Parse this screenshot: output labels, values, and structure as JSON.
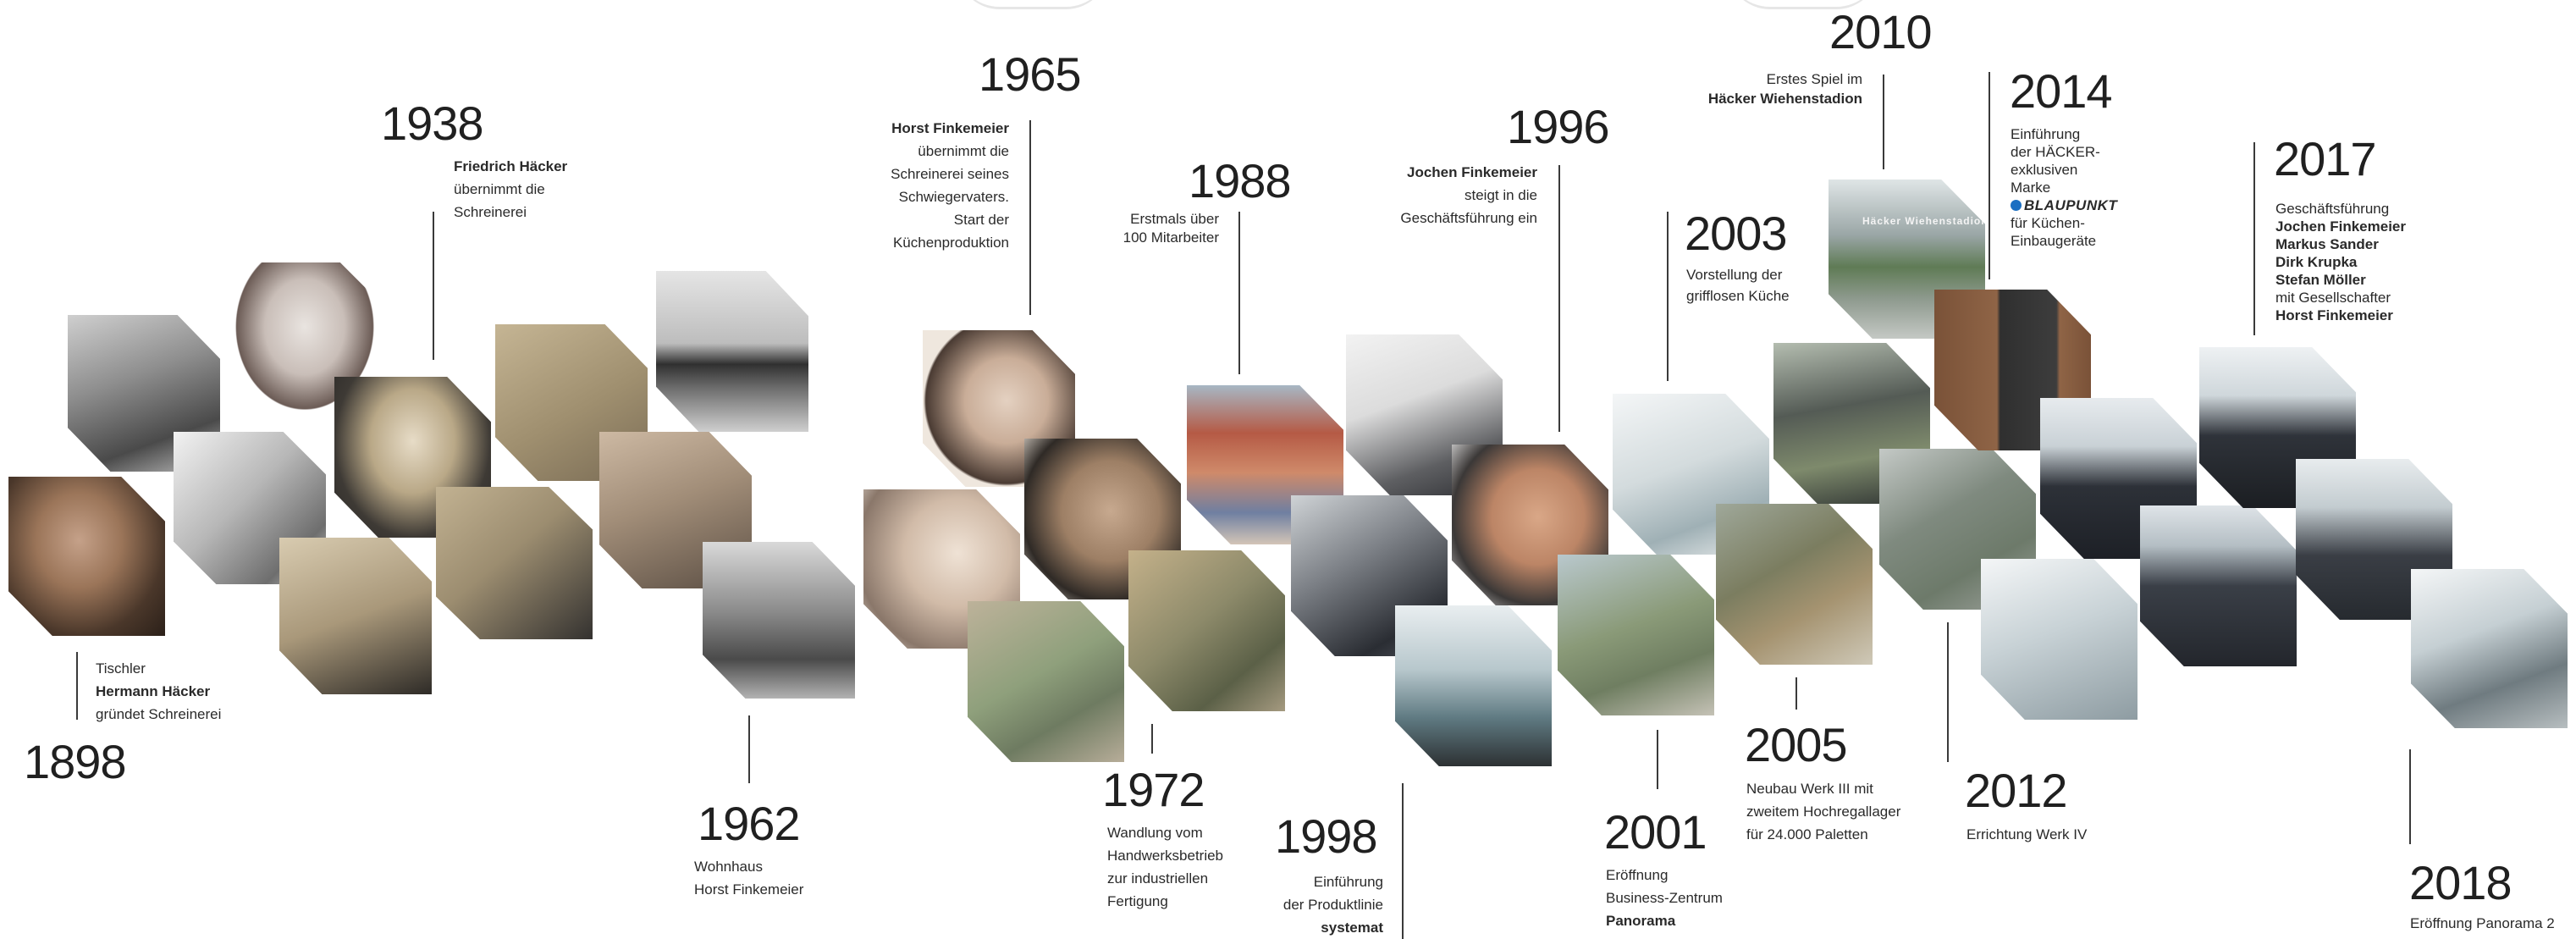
{
  "entries": [
    {
      "year": "1898",
      "lines": [
        "Tischler",
        "Hermann Häcker",
        "gründet Schreinerei"
      ]
    },
    {
      "year": "1938",
      "lines": [
        "Friedrich Häcker",
        "übernimmt die",
        "Schreinerei"
      ]
    },
    {
      "year": "1962",
      "lines": [
        "Wohnhaus",
        "Horst Finkemeier"
      ]
    },
    {
      "year": "1965",
      "lines": [
        "Horst Finkemeier",
        "übernimmt die",
        "Schreinerei seines",
        "Schwiegervaters.",
        "Start der",
        "Küchenproduktion"
      ]
    },
    {
      "year": "1972",
      "lines": [
        "Wandlung vom",
        "Handwerksbetrieb",
        "zur industriellen",
        "Fertigung"
      ]
    },
    {
      "year": "1988",
      "lines": [
        "Erstmals über",
        "100 Mitarbeiter"
      ]
    },
    {
      "year": "1996",
      "lines": [
        "Jochen Finkemeier",
        "steigt in die",
        "Geschäftsführung ein"
      ]
    },
    {
      "year": "1998",
      "lines": [
        "Einführung",
        "der Produktlinie",
        "systemat"
      ]
    },
    {
      "year": "2001",
      "lines": [
        "Eröffnung",
        "Business-Zentrum",
        "Panorama"
      ]
    },
    {
      "year": "2003",
      "lines": [
        "Vorstellung der",
        "grifflosen Küche"
      ]
    },
    {
      "year": "2005",
      "lines": [
        "Neubau Werk III mit",
        "zweitem Hochregallager",
        "für 24.000 Paletten"
      ]
    },
    {
      "year": "2010",
      "lines": [
        "Erstes Spiel im",
        "Häcker Wiehenstadion"
      ]
    },
    {
      "year": "2012",
      "lines": [
        "Errichtung Werk IV"
      ]
    },
    {
      "year": "2014",
      "lines": [
        "Einführung",
        "der HÄCKER-",
        "exklusiven",
        "Marke",
        "BLAUPUNKT",
        "für Küchen-",
        "Einbaugeräte"
      ]
    },
    {
      "year": "2017",
      "lines": [
        "Geschäftsführung",
        "Jochen Finkemeier",
        "Markus Sander",
        "Dirk Krupka",
        "Stefan Möller",
        "mit Gesellschafter",
        "Horst Finkemeier"
      ]
    },
    {
      "year": "2018",
      "lines": [
        "Eröffnung Panorama 2"
      ]
    }
  ],
  "photo_text": {
    "stadium_sign": "Häcker Wiehenstadion"
  },
  "colors": {
    "text": "#202020",
    "rule": "#3a3a3a",
    "blaupunkt_dot": "#1b6fc2",
    "background": "#ffffff"
  }
}
